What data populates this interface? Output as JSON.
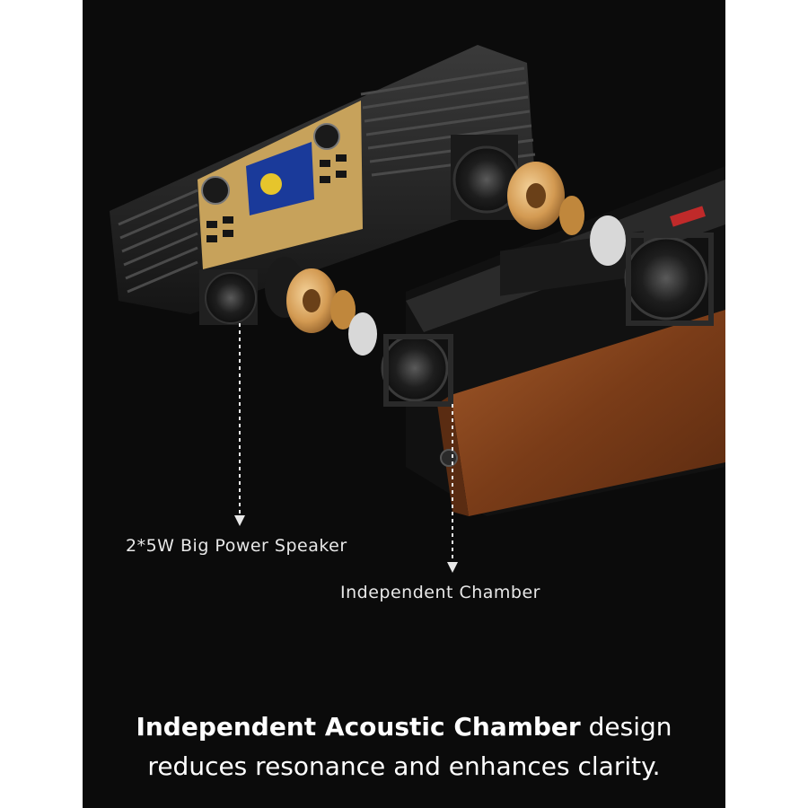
{
  "callouts": {
    "speaker": "2*5W Big Power Speaker",
    "chamber": "Independent Chamber"
  },
  "headline": {
    "bold": "Independent Acoustic Chamber",
    "line1_rest": " design",
    "line2": "reduces resonance and enhances clarity."
  },
  "colors": {
    "background": "#0b0b0b",
    "walnut": "#8a4a22",
    "brass": "#d9a45c",
    "panel_gold": "#c7a25b",
    "text": "#ffffff"
  }
}
